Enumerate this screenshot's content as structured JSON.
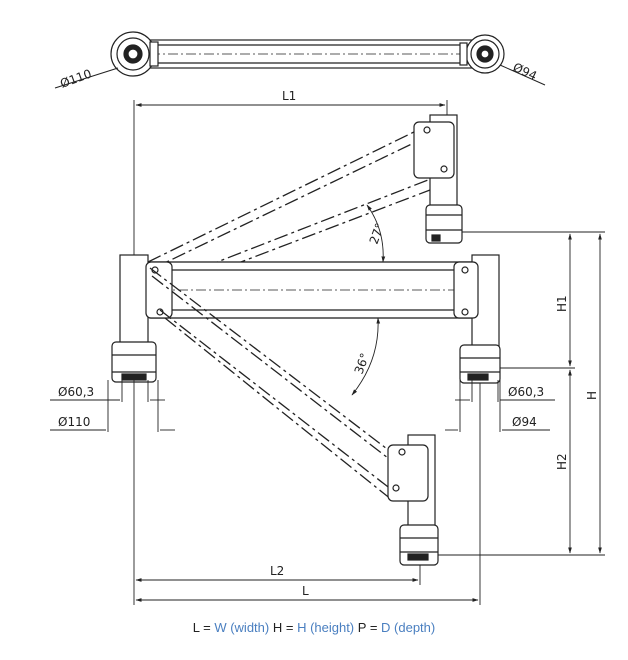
{
  "labels": {
    "top_left_dia": "Ø110",
    "top_right_dia": "Ø94",
    "l1": "L1",
    "angle_upper": "27°",
    "angle_lower": "36°",
    "left_dia_small": "Ø60,3",
    "left_dia_large": "Ø110",
    "right_dia_small": "Ø60,3",
    "right_dia_large": "Ø94",
    "h1": "H1",
    "h": "H",
    "h2": "H2",
    "l2": "L2",
    "l": "L"
  },
  "caption": {
    "l_key": "L =",
    "l_val": "W (width)",
    "h_key": "H =",
    "h_val": "H (height)",
    "p_key": "P =",
    "p_val": "D (depth)"
  },
  "colors": {
    "line": "#222222",
    "accent": "#4a7fc0"
  }
}
